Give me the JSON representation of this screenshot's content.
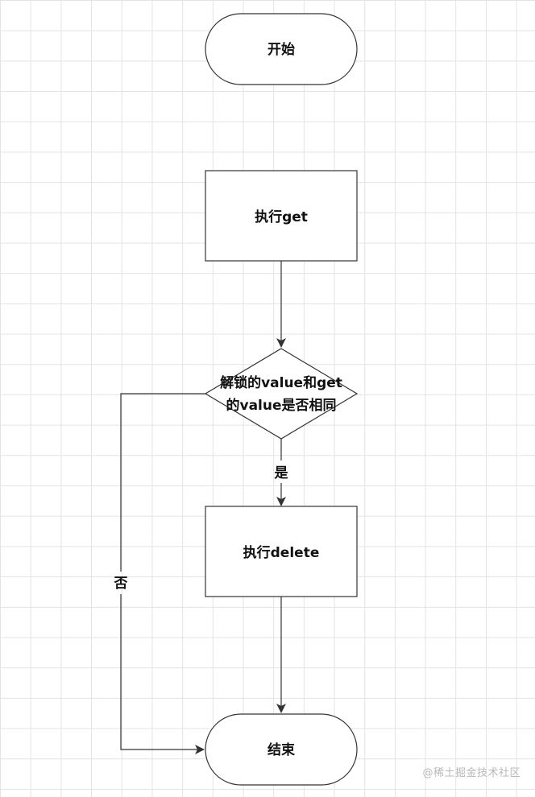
{
  "nodes": {
    "start": {
      "label": "开始"
    },
    "exec_get": {
      "label": "执行get"
    },
    "decision": {
      "line1": "解锁的value和get",
      "line2": "的value是否相同"
    },
    "exec_delete": {
      "label": "执行delete"
    },
    "end": {
      "label": "结束"
    }
  },
  "edges": {
    "yes_label": "是",
    "no_label": "否"
  },
  "watermark": "@稀土掘金技术社区",
  "colors": {
    "stroke": "#333333",
    "grid": "#e3e3e3",
    "background": "#ffffff"
  }
}
